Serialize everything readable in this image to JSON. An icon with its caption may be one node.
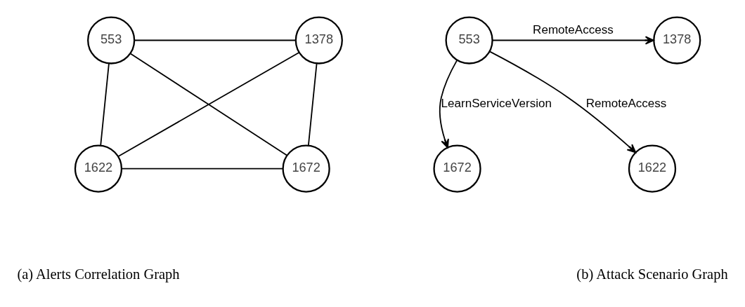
{
  "diagram": {
    "nodes": [
      {
        "text": [
          "553"
        ]
      },
      {
        "text": [
          "1378"
        ]
      },
      {
        "text": [
          "1622"
        ]
      },
      {
        "text": [
          "1672"
        ]
      },
      {
        "text": [
          "553"
        ]
      },
      {
        "text": [
          "1378"
        ]
      },
      {
        "text": [
          "1672"
        ]
      },
      {
        "text": [
          "1622"
        ]
      }
    ],
    "edges": [
      {
        "from": 0,
        "to": 1,
        "arrow": "none"
      },
      {
        "from": 0,
        "to": 2,
        "arrow": "none"
      },
      {
        "from": 1,
        "to": 2,
        "arrow": "none"
      },
      {
        "from": 1,
        "to": 3,
        "arrow": "none"
      },
      {
        "from": 2,
        "to": 3,
        "arrow": "none"
      },
      {
        "from": 0,
        "to": 3,
        "arrow": "none"
      },
      {
        "from": 4,
        "to": 5,
        "arrow": "to",
        "label": "RemoteAccess"
      },
      {
        "from": 4,
        "to": 6,
        "arrow": "to",
        "label": "LearnServiceVersion"
      },
      {
        "from": 4,
        "to": 7,
        "arrow": "to",
        "label": "RemoteAccess"
      }
    ],
    "labels": [
      "(a) Alerts Correlation Graph",
      "(b) Attack Scenario Graph"
    ]
  }
}
